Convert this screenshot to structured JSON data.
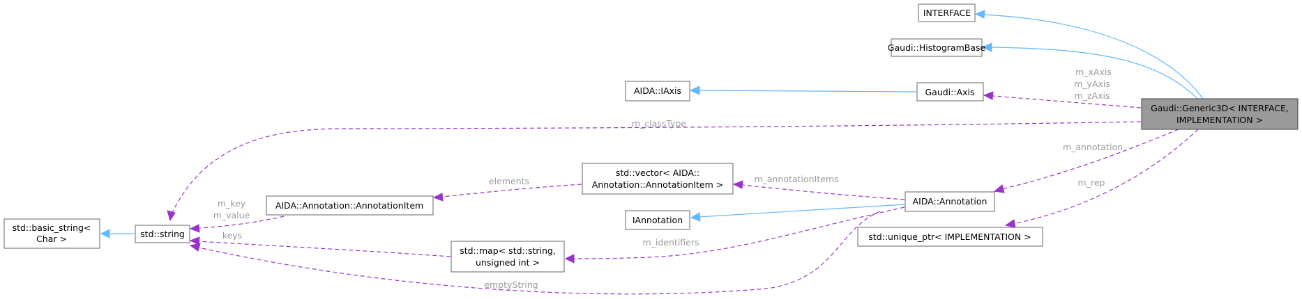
{
  "nodes": {
    "interface": {
      "lines": [
        "INTERFACE"
      ]
    },
    "histogram_base": {
      "lines": [
        "Gaudi::HistogramBase"
      ]
    },
    "iaxis": {
      "lines": [
        "AIDA::IAxis"
      ]
    },
    "axis": {
      "lines": [
        "Gaudi::Axis"
      ]
    },
    "generic3d": {
      "lines": [
        "Gaudi::Generic3D< INTERFACE,",
        "IMPLEMENTATION >"
      ]
    },
    "vector_annotation_item": {
      "lines": [
        "std::vector< AIDA::",
        "Annotation::AnnotationItem >"
      ]
    },
    "annotation_item": {
      "lines": [
        "AIDA::Annotation::AnnotationItem"
      ]
    },
    "annotation": {
      "lines": [
        "AIDA::Annotation"
      ]
    },
    "iannotation": {
      "lines": [
        "IAnnotation"
      ]
    },
    "basic_string": {
      "lines": [
        "std::basic_string<",
        "Char >"
      ]
    },
    "std_string": {
      "lines": [
        "std::string"
      ]
    },
    "std_map": {
      "lines": [
        "std::map< std::string,",
        "unsigned int >"
      ]
    },
    "unique_ptr": {
      "lines": [
        "std::unique_ptr< IMPLEMENTATION >"
      ]
    }
  },
  "edge_labels": {
    "axes": [
      "m_xAxis",
      "m_yAxis",
      "m_zAxis"
    ],
    "class_type": "m_classType",
    "annotation": "m_annotation",
    "rep": "m_rep",
    "annotation_items": "m_annotationItems",
    "elements": "elements",
    "key_value": [
      "m_key",
      "m_value"
    ],
    "identifiers": "m_identifiers",
    "keys": "keys",
    "empty_string": "emptyString"
  },
  "colors": {
    "inheritance": "#63b8ff",
    "usage": "#9a32cd",
    "label": "#9a9a9a",
    "highlight_fill": "#9a9a9a"
  }
}
